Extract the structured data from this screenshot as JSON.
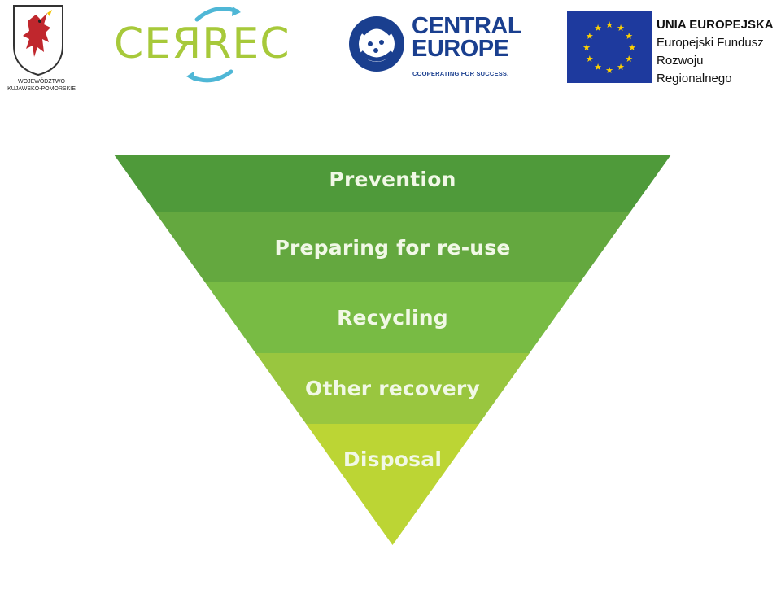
{
  "logos": {
    "voivodeship": {
      "caption_line1": "WOJEWÓDZTWO",
      "caption_line2": "KUJAWSKO-POMORSKIE",
      "icon": "griffin-coat-of-arms-icon"
    },
    "cerrec": {
      "text": "CEЯREC",
      "accent": "#a7c93a",
      "arrow_color": "#4fb7d6"
    },
    "central_europe": {
      "line1": "CENTRAL",
      "line2": "EUROPE",
      "tagline": "COOPERATING FOR SUCCESS.",
      "color": "#1a3f8f"
    },
    "eu": {
      "line1": "UNIA EUROPEJSKA",
      "line2": "Europejski Fundusz",
      "line3": "Rozwoju Regionalnego",
      "flag_color": "#1e3a9e",
      "star_color": "#ffd200"
    }
  },
  "pyramid": {
    "tiers": [
      {
        "label": "Prevention",
        "color": "#4f9a3a"
      },
      {
        "label": "Preparing for re-use",
        "color": "#64a83f"
      },
      {
        "label": "Recycling",
        "color": "#78bb44"
      },
      {
        "label": "Other recovery",
        "color": "#99c63f"
      },
      {
        "label": "Disposal",
        "color": "#bcd534"
      }
    ]
  }
}
